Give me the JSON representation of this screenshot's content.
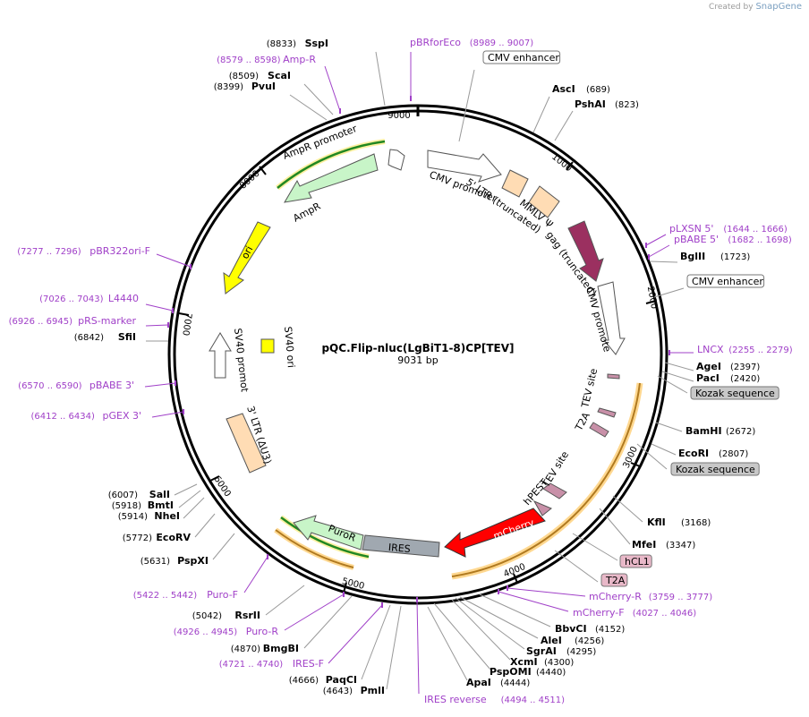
{
  "credit": {
    "prefix": "Created by",
    "brand": "SnapGene"
  },
  "plasmid": {
    "name": "pQC.Flip-nluc(LgBiT1-8)CP[TEV]",
    "length": "9031 bp"
  },
  "ticks": [
    "1000",
    "2000",
    "3000",
    "4000",
    "5000",
    "6000",
    "7000",
    "8000",
    "9000"
  ],
  "features": [
    {
      "label": "CMV promoter",
      "color": "#ffffff"
    },
    {
      "label": "5' LTR (truncated)",
      "color": "#ffdcb4"
    },
    {
      "label": "MMLV Ψ",
      "color": "#ffdcb4"
    },
    {
      "label": "gag (truncated)",
      "color": "#9b3060"
    },
    {
      "label": "CMV promoter",
      "color": "#ffffff"
    },
    {
      "label": "TEV site",
      "color": "#c890a8"
    },
    {
      "label": "T2A",
      "color": "#c890a8"
    },
    {
      "label": "TEV site",
      "color": "#c890a8"
    },
    {
      "label": "hPEST",
      "color": "#c890a8"
    },
    {
      "label": "mCherry",
      "color": "#ff0000"
    },
    {
      "label": "IRES",
      "color": "#a0a8b0"
    },
    {
      "label": "PuroR",
      "color": "#c8f5c8"
    },
    {
      "label": "3' LTR (ΔU3)",
      "color": "#ffdcb4"
    },
    {
      "label": "SV40 promoter",
      "color": "#ffffff"
    },
    {
      "label": "SV40 ori",
      "color": "#ffff00"
    },
    {
      "label": "ori",
      "color": "#ffff00"
    },
    {
      "label": "AmpR",
      "color": "#c8f5c8"
    },
    {
      "label": "AmpR promoter",
      "color": "#ffffff"
    }
  ],
  "labels": [
    {
      "pos": "(8833)",
      "name": "SspI",
      "kind": "enzyme"
    },
    {
      "pos": "(8579 .. 8598)",
      "name": "Amp-R",
      "kind": "primer"
    },
    {
      "pos": "(8509)",
      "name": "ScaI",
      "kind": "enzyme"
    },
    {
      "pos": "(8399)",
      "name": "PvuI",
      "kind": "enzyme"
    },
    {
      "pos": "(7277 .. 7296)",
      "name": "pBR322ori-F",
      "kind": "primer"
    },
    {
      "pos": "(7026 .. 7043)",
      "name": "L4440",
      "kind": "primer"
    },
    {
      "pos": "(6926 .. 6945)",
      "name": "pRS-marker",
      "kind": "primer"
    },
    {
      "pos": "(6842)",
      "name": "SfiI",
      "kind": "enzyme"
    },
    {
      "pos": "(6570 .. 6590)",
      "name": "pBABE 3'",
      "kind": "primer"
    },
    {
      "pos": "(6412 .. 6434)",
      "name": "pGEX 3'",
      "kind": "primer"
    },
    {
      "pos": "(6007)",
      "name": "SalI",
      "kind": "enzyme"
    },
    {
      "pos": "(5918)",
      "name": "BmtI",
      "kind": "enzyme"
    },
    {
      "pos": "(5914)",
      "name": "NheI",
      "kind": "enzyme"
    },
    {
      "pos": "(5772)",
      "name": "EcoRV",
      "kind": "enzyme"
    },
    {
      "pos": "(5631)",
      "name": "PspXI",
      "kind": "enzyme"
    },
    {
      "pos": "(5422 .. 5442)",
      "name": "Puro-F",
      "kind": "primer"
    },
    {
      "pos": "(5042)",
      "name": "RsrII",
      "kind": "enzyme"
    },
    {
      "pos": "(4926 .. 4945)",
      "name": "Puro-R",
      "kind": "primer"
    },
    {
      "pos": "(4870)",
      "name": "BmgBI",
      "kind": "enzyme"
    },
    {
      "pos": "(4721 .. 4740)",
      "name": "IRES-F",
      "kind": "primer"
    },
    {
      "pos": "(4666)",
      "name": "PaqCI",
      "kind": "enzyme"
    },
    {
      "pos": "(4643)",
      "name": "PmlI",
      "kind": "enzyme"
    },
    {
      "pos": "(4494 .. 4511)",
      "name": "IRES reverse",
      "kind": "primer"
    },
    {
      "pos": "(4444)",
      "name": "ApaI",
      "kind": "enzyme"
    },
    {
      "pos": "(4440)",
      "name": "PspOMI",
      "kind": "enzyme"
    },
    {
      "pos": "(4300)",
      "name": "XcmI",
      "kind": "enzyme"
    },
    {
      "pos": "(4295)",
      "name": "SgrAI",
      "kind": "enzyme"
    },
    {
      "pos": "(4256)",
      "name": "AleI",
      "kind": "enzyme"
    },
    {
      "pos": "(4152)",
      "name": "BbvCI",
      "kind": "enzyme"
    },
    {
      "pos": "(4027 .. 4046)",
      "name": "mCherry-F",
      "kind": "primer"
    },
    {
      "pos": "(3759 .. 3777)",
      "name": "mCherry-R",
      "kind": "primer"
    },
    {
      "pos": "",
      "name": "T2A",
      "kind": "boxpink"
    },
    {
      "pos": "",
      "name": "hCL1",
      "kind": "boxpink"
    },
    {
      "pos": "(3347)",
      "name": "MfeI",
      "kind": "enzyme"
    },
    {
      "pos": "(3168)",
      "name": "KflI",
      "kind": "enzyme"
    },
    {
      "pos": "",
      "name": "Kozak sequence",
      "kind": "boxgray"
    },
    {
      "pos": "(2807)",
      "name": "EcoRI",
      "kind": "enzyme"
    },
    {
      "pos": "(2672)",
      "name": "BamHI",
      "kind": "enzyme"
    },
    {
      "pos": "",
      "name": "Kozak sequence",
      "kind": "boxgray"
    },
    {
      "pos": "(2420)",
      "name": "PacI",
      "kind": "enzyme"
    },
    {
      "pos": "(2397)",
      "name": "AgeI",
      "kind": "enzyme"
    },
    {
      "pos": "(2255 .. 2279)",
      "name": "LNCX",
      "kind": "primer"
    },
    {
      "pos": "",
      "name": "CMV enhancer",
      "kind": "boxwhite"
    },
    {
      "pos": "(1723)",
      "name": "BglII",
      "kind": "enzyme"
    },
    {
      "pos": "(1682 .. 1698)",
      "name": "pBABE 5'",
      "kind": "primer"
    },
    {
      "pos": "(1644 .. 1666)",
      "name": "pLXSN 5'",
      "kind": "primer"
    },
    {
      "pos": "(823)",
      "name": "PshAI",
      "kind": "enzyme"
    },
    {
      "pos": "(689)",
      "name": "AscI",
      "kind": "enzyme"
    },
    {
      "pos": "",
      "name": "CMV enhancer",
      "kind": "boxwhite"
    },
    {
      "pos": "(8989 .. 9007)",
      "name": "pBRforEco",
      "kind": "primer"
    }
  ]
}
